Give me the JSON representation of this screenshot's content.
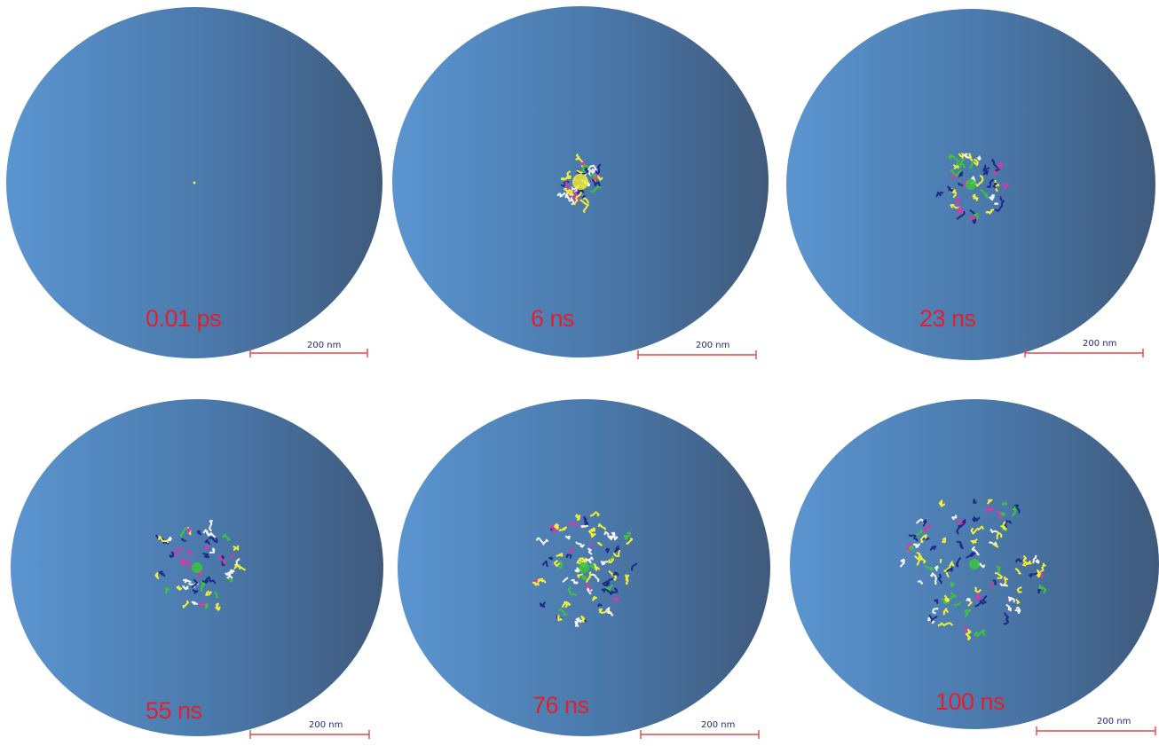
{
  "panels": [
    {
      "time": "0.01 ps",
      "scale": "200 nm",
      "spread": 0
    },
    {
      "time": "6 ns",
      "scale": "200 nm",
      "spread": 1
    },
    {
      "time": "23 ns",
      "scale": "200 nm",
      "spread": 2
    },
    {
      "time": "55 ns",
      "scale": "200 nm",
      "spread": 3
    },
    {
      "time": "76 ns",
      "scale": "200 nm",
      "spread": 4
    },
    {
      "time": "100 ns",
      "scale": "200 nm",
      "spread": 5
    }
  ],
  "colors": {
    "sphere_light": "#5b95d0",
    "sphere_dark": "#3f5a7c",
    "label": "#e0202a",
    "scale_bar": "#e04848",
    "scale_text": "#1f2a7a",
    "track_yellow": "#f2ee3a",
    "track_navy": "#1f2a8a",
    "track_white": "#f4f4f4",
    "track_green": "#3cc43c",
    "track_magenta": "#d63aa8"
  }
}
